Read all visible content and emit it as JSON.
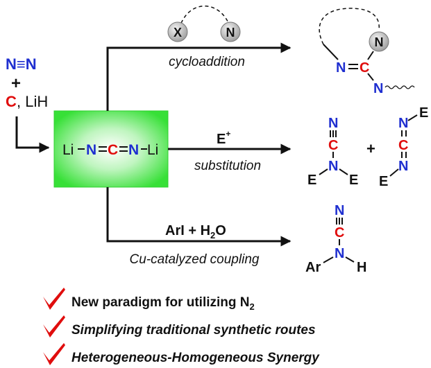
{
  "start": {
    "dinitrogen": "N≡N",
    "plus": "+",
    "carbon": "C",
    "reagent": ", LiH"
  },
  "center": {
    "li_left": "Li",
    "n1": "N",
    "c": "C",
    "n2": "N",
    "li_right": "Li"
  },
  "routes": [
    {
      "label": "cycloaddition"
    },
    {
      "reagent": "E",
      "reagent_sup": "+",
      "label": "substitution"
    },
    {
      "reagent": "ArI + H",
      "reagent_sub": "2",
      "reagent_end": "O",
      "label": "Cu-catalyzed coupling"
    }
  ],
  "products": {
    "cyclo": {
      "x": "X",
      "n_ball": "N",
      "n_ball2": "N",
      "n_ring": "N",
      "c": "C",
      "n_exo": "N"
    },
    "carbodiimide_a": {
      "n_top": "N",
      "c": "C",
      "n": "N",
      "e_left": "E",
      "e_right": "E"
    },
    "plus": "+",
    "carbodiimide_b": {
      "e_top": "E",
      "n_top": "N",
      "c": "C",
      "n_bot": "N",
      "e_bot": "E"
    },
    "cyanamide": {
      "n_top": "N",
      "c": "C",
      "n": "N",
      "ar": "Ar",
      "h": "H"
    }
  },
  "highlights": [
    {
      "text": "New paradigm for utilizing N",
      "sub": "2"
    },
    {
      "text": "Simplifying traditional synthetic routes"
    },
    {
      "text": "Heterogeneous-Homogeneous Synergy"
    }
  ],
  "colors": {
    "nitrogen": "#1f2fd0",
    "carbon": "#e00d0d",
    "box_green": "#3de63d",
    "check_red": "#e00d0d"
  },
  "icons": [
    "check-icon"
  ]
}
